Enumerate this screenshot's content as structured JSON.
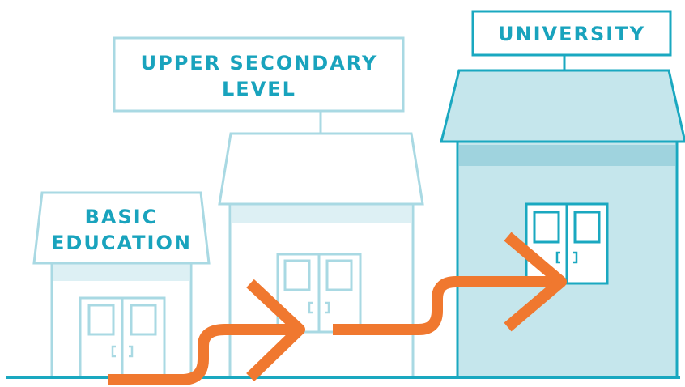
{
  "labels": {
    "basic": [
      "BASIC",
      "EDUCATION"
    ],
    "upper": [
      "UPPER SECONDARY",
      "LEVEL"
    ],
    "university": "UNIVERSITY"
  },
  "colors": {
    "light_stroke": "#a9d9e3",
    "dark_stroke": "#1aa8c0",
    "university_fill": "#c5e6ec",
    "university_band": "#9fd3de",
    "light_band": "#ddf0f4",
    "text": "#19a3bd",
    "arrow": "#f0782f",
    "ground": "#1aa8c0"
  }
}
